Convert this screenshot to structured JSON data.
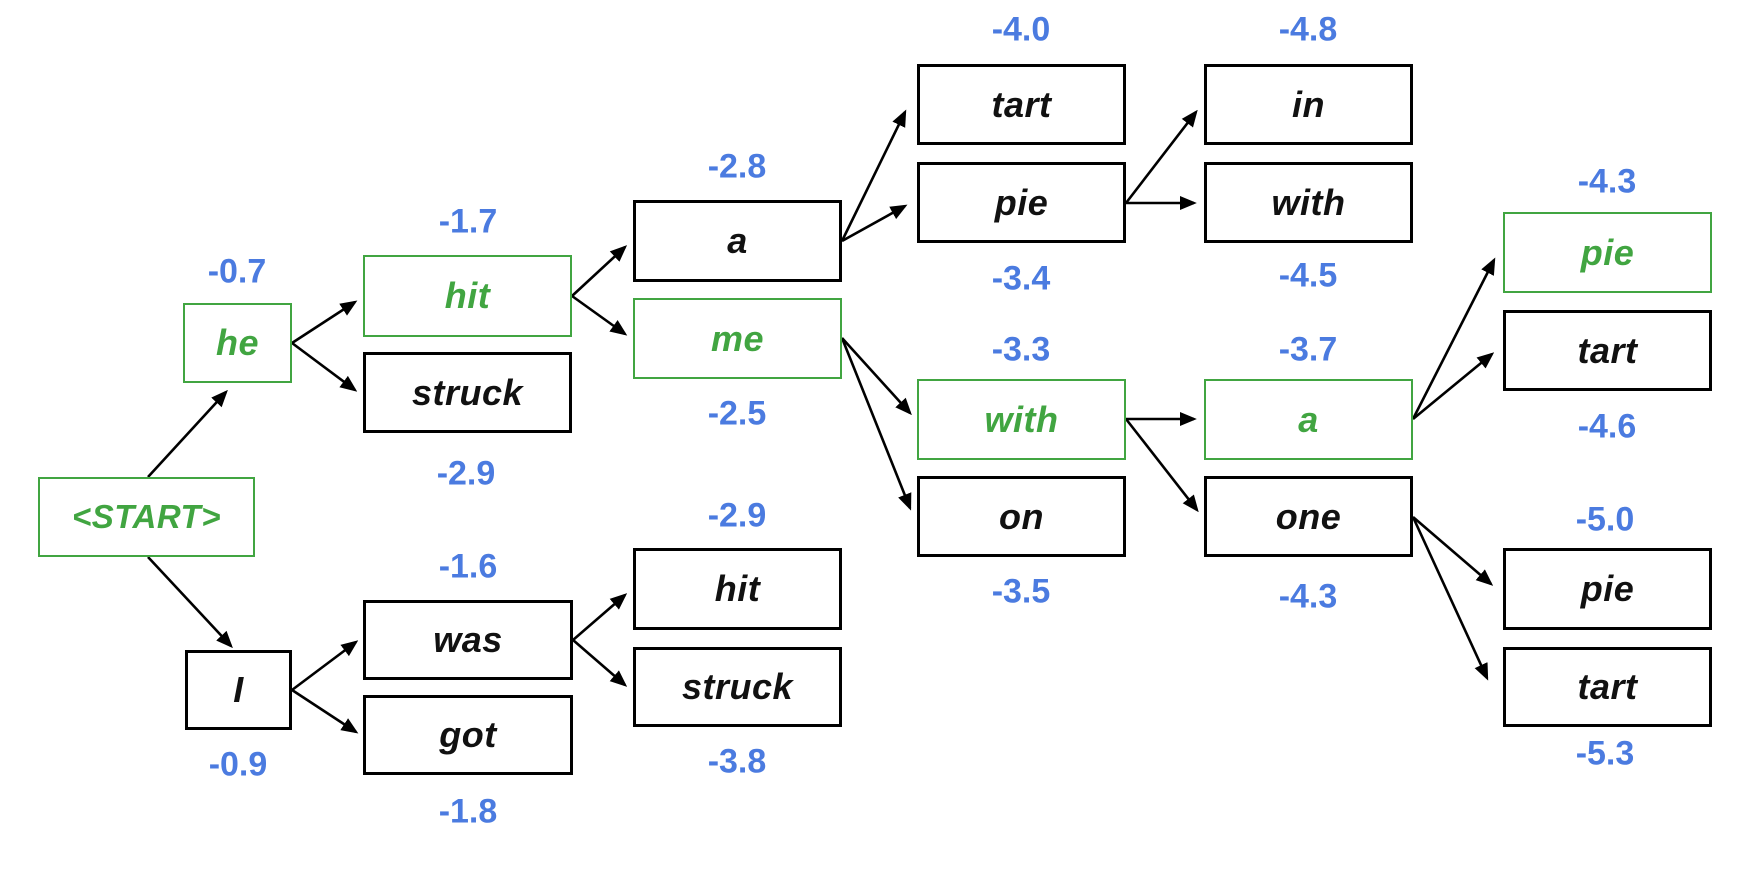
{
  "diagram_type": "beam-search-tree",
  "colors": {
    "highlight_green": "#41a541",
    "score_blue": "#4b7be0",
    "node_black": "#000000",
    "background": "#ffffff"
  },
  "nodes": {
    "start": {
      "label": "<START>",
      "highlighted": true
    },
    "he": {
      "label": "he",
      "score": "-0.7",
      "score_position": "above",
      "highlighted": true
    },
    "i": {
      "label": "I",
      "score": "-0.9",
      "score_position": "below",
      "highlighted": false
    },
    "hit1": {
      "label": "hit",
      "score": "-1.7",
      "score_position": "above",
      "highlighted": true
    },
    "struck1": {
      "label": "struck",
      "score": "-2.9",
      "score_position": "below",
      "highlighted": false
    },
    "was": {
      "label": "was",
      "score": "-1.6",
      "score_position": "above",
      "highlighted": false
    },
    "got": {
      "label": "got",
      "score": "-1.8",
      "score_position": "below",
      "highlighted": false
    },
    "a1": {
      "label": "a",
      "score": "-2.8",
      "score_position": "above",
      "highlighted": false
    },
    "me": {
      "label": "me",
      "score": "-2.5",
      "score_position": "below",
      "highlighted": true
    },
    "hit2": {
      "label": "hit",
      "score": "-2.9",
      "score_position": "above",
      "highlighted": false
    },
    "struck2": {
      "label": "struck",
      "score": "-3.8",
      "score_position": "below",
      "highlighted": false
    },
    "tart1": {
      "label": "tart",
      "score": "-4.0",
      "score_position": "above",
      "highlighted": false
    },
    "pie1": {
      "label": "pie",
      "score": "-3.4",
      "score_position": "below",
      "highlighted": false
    },
    "with1": {
      "label": "with",
      "score": "-3.3",
      "score_position": "above",
      "highlighted": true
    },
    "on": {
      "label": "on",
      "score": "-3.5",
      "score_position": "below",
      "highlighted": false
    },
    "in": {
      "label": "in",
      "score": "-4.8",
      "score_position": "above",
      "highlighted": false
    },
    "with2": {
      "label": "with",
      "score": "-4.5",
      "score_position": "below",
      "highlighted": false
    },
    "a2": {
      "label": "a",
      "score": "-3.7",
      "score_position": "above",
      "highlighted": true
    },
    "one": {
      "label": "one",
      "score": "-4.3",
      "score_position": "below",
      "highlighted": false
    },
    "pie2": {
      "label": "pie",
      "score": "-4.3",
      "score_position": "above",
      "highlighted": true
    },
    "tart2": {
      "label": "tart",
      "score": "-4.6",
      "score_position": "below",
      "highlighted": false
    },
    "pie3": {
      "label": "pie",
      "score": "-5.0",
      "score_position": "above",
      "highlighted": false
    },
    "tart3": {
      "label": "tart",
      "score": "-5.3",
      "score_position": "below",
      "highlighted": false
    }
  },
  "edges": [
    {
      "from": "start",
      "to": "he"
    },
    {
      "from": "start",
      "to": "i"
    },
    {
      "from": "he",
      "to": "hit1"
    },
    {
      "from": "he",
      "to": "struck1"
    },
    {
      "from": "i",
      "to": "was"
    },
    {
      "from": "i",
      "to": "got"
    },
    {
      "from": "hit1",
      "to": "a1"
    },
    {
      "from": "hit1",
      "to": "me"
    },
    {
      "from": "was",
      "to": "hit2"
    },
    {
      "from": "was",
      "to": "struck2"
    },
    {
      "from": "a1",
      "to": "tart1"
    },
    {
      "from": "a1",
      "to": "pie1"
    },
    {
      "from": "me",
      "to": "with1"
    },
    {
      "from": "me",
      "to": "on"
    },
    {
      "from": "pie1",
      "to": "in"
    },
    {
      "from": "pie1",
      "to": "with2"
    },
    {
      "from": "with1",
      "to": "a2"
    },
    {
      "from": "with1",
      "to": "one"
    },
    {
      "from": "a2",
      "to": "pie2"
    },
    {
      "from": "a2",
      "to": "tart2"
    },
    {
      "from": "one",
      "to": "pie3"
    },
    {
      "from": "one",
      "to": "tart3"
    }
  ]
}
